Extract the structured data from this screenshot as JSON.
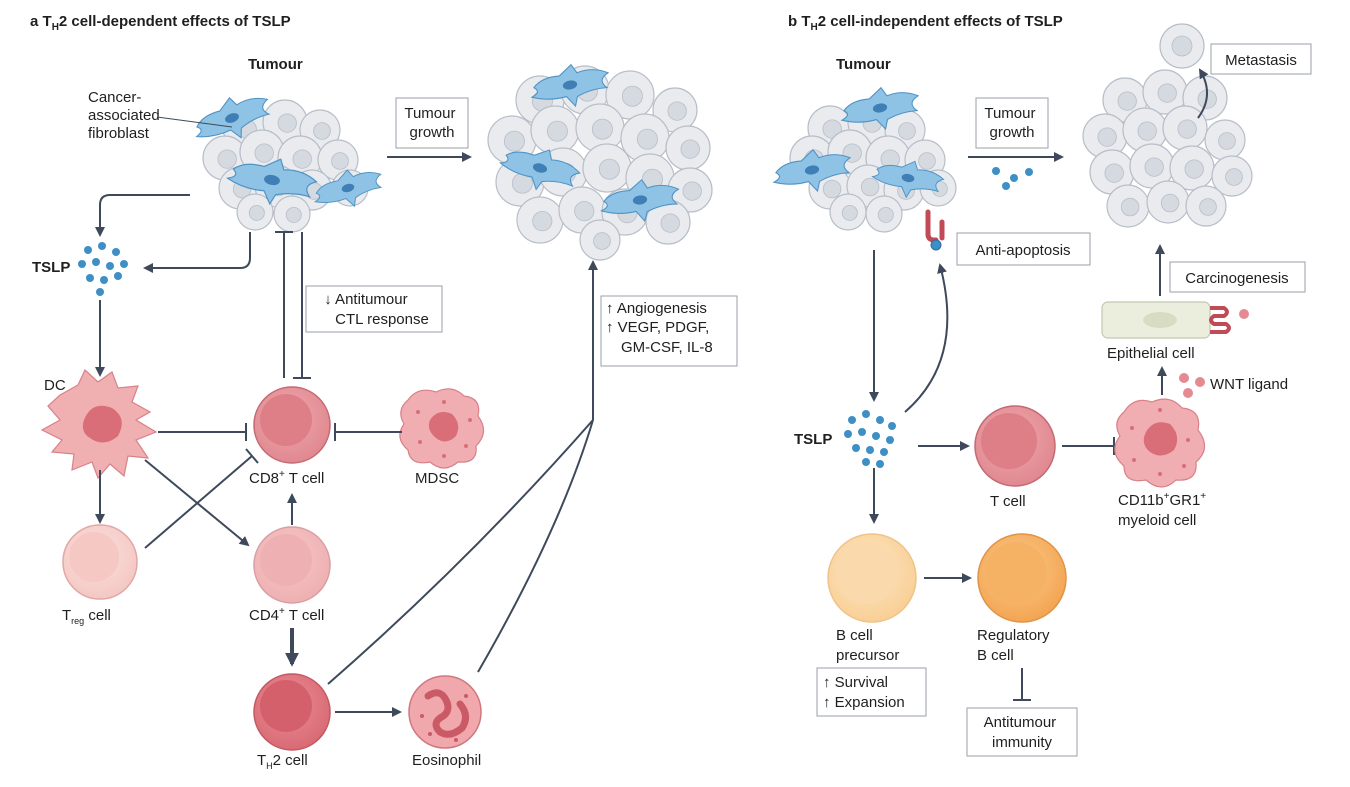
{
  "panel_a": {
    "letter": "a",
    "title_pre": "T",
    "title_sub": "H",
    "title_post": "2 cell-dependent effects of TSLP",
    "tumour": "Tumour",
    "caf_line1": "Cancer-",
    "caf_line2": "associated",
    "caf_line3": "fibroblast",
    "growth_line1": "Tumour",
    "growth_line2": "growth",
    "tslp": "TSLP",
    "ctl_line1": "↓ Antitumour",
    "ctl_line2": "CTL response",
    "angio_line1": "↑ Angiogenesis",
    "angio_line2": "↑ VEGF, PDGF,",
    "angio_line3": "GM-CSF, IL-8",
    "dc": "DC",
    "cd8_pre": "CD8",
    "cd8_sup": "+",
    "cd8_post": " T cell",
    "mdsc": "MDSC",
    "treg_pre": "T",
    "treg_sub": "reg",
    "treg_post": " cell",
    "cd4_pre": "CD4",
    "cd4_sup": "+",
    "cd4_post": " T cell",
    "th2_pre": "T",
    "th2_sub": "H",
    "th2_post": "2 cell",
    "eosinophil": "Eosinophil"
  },
  "panel_b": {
    "letter": "b",
    "title_pre": "T",
    "title_sub": "H",
    "title_post": "2 cell-independent effects of TSLP",
    "tumour": "Tumour",
    "growth_line1": "Tumour",
    "growth_line2": "growth",
    "metastasis": "Metastasis",
    "anti_apoptosis": "Anti-apoptosis",
    "carcinogenesis": "Carcinogenesis",
    "epithelial": "Epithelial cell",
    "wnt": "WNT ligand",
    "tslp": "TSLP",
    "tcell": "T cell",
    "myeloid_pre": "CD11b",
    "myeloid_sup1": "+",
    "myeloid_mid": "GR1",
    "myeloid_sup2": "+",
    "myeloid_line2": "myeloid cell",
    "bprec_line1": "B cell",
    "bprec_line2": "precursor",
    "survival_line1": "↑ Survival",
    "survival_line2": "↑ Expansion",
    "breg_line1": "Regulatory",
    "breg_line2": "B cell",
    "immunity_line1": "Antitumour",
    "immunity_line2": "immunity"
  },
  "colors": {
    "arrow": "#3e4a5c",
    "tumour_cell": "#e9ebef",
    "fibroblast": "#8ec3e6",
    "tslp_dot": "#3d8fc6",
    "t_cell": "#e79aa1",
    "treg_cell": "#f6d0cc",
    "b_precursor": "#fbd7a8",
    "regulatory_b": "#f7b36a",
    "epithelial": "#eceedd"
  }
}
